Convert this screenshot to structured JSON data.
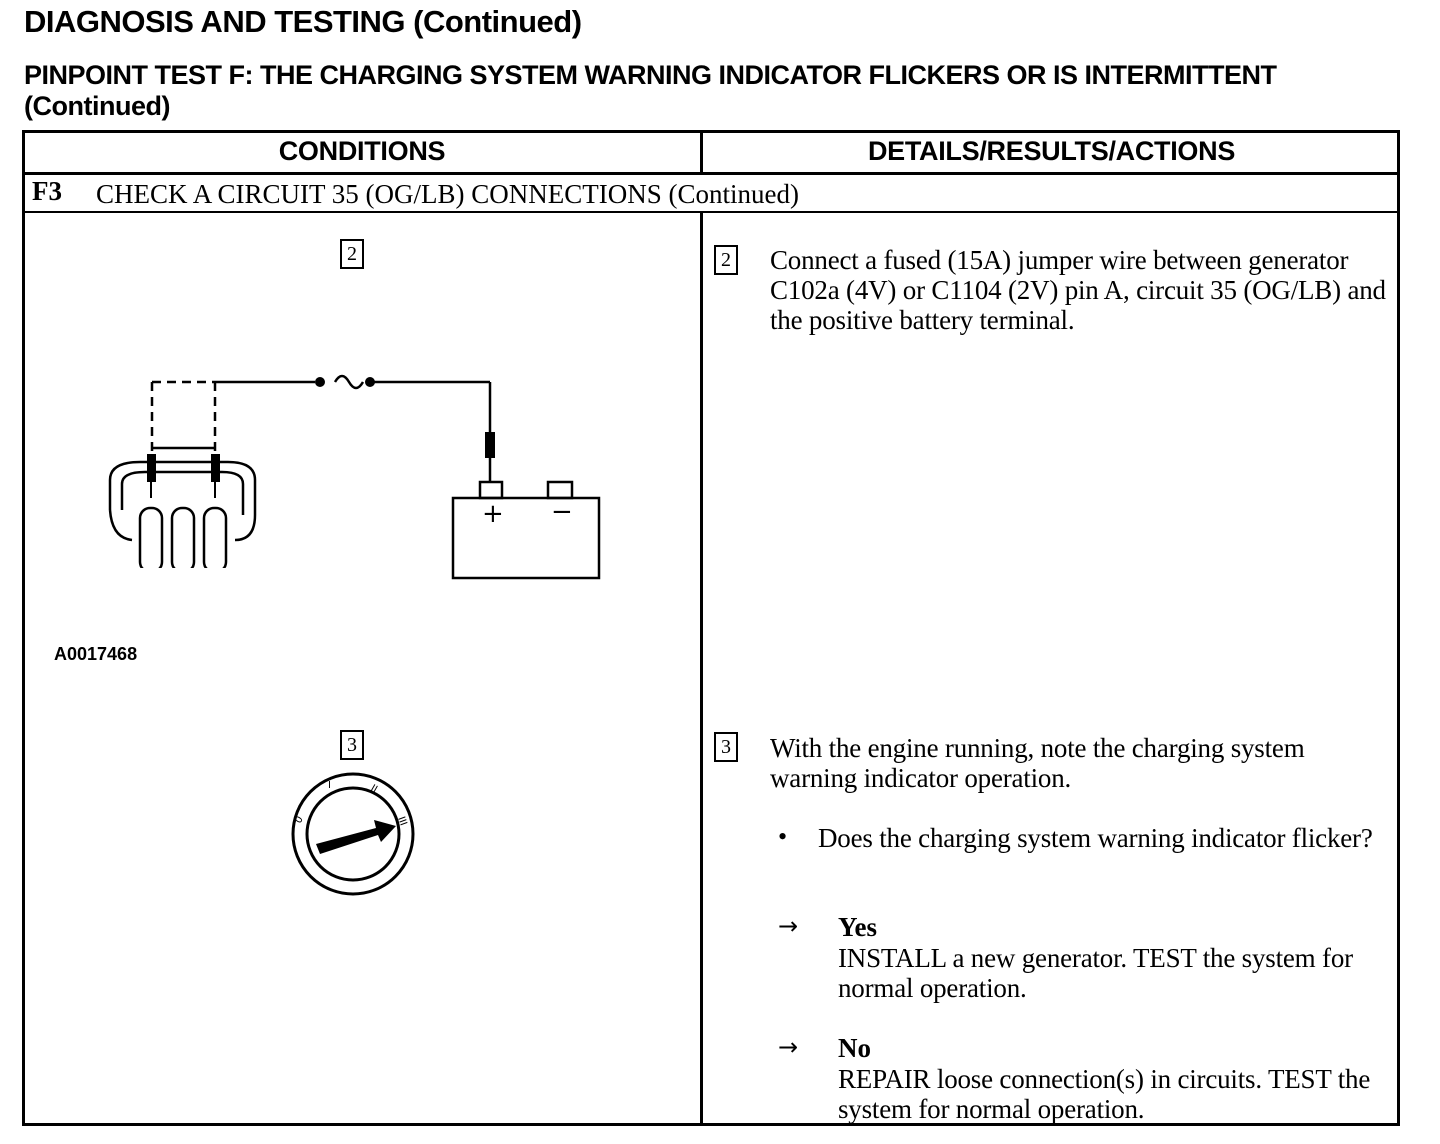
{
  "header": {
    "title": "DIAGNOSIS AND TESTING (Continued)",
    "test_title": "PINPOINT TEST F:  THE CHARGING SYSTEM WARNING INDICATOR FLICKERS OR IS INTERMITTENT (Continued)"
  },
  "table": {
    "col_conditions": "CONDITIONS",
    "col_details": "DETAILS/RESULTS/ACTIONS",
    "step_id": "F3",
    "step_title": "CHECK A CIRCUIT 35 (OG/LB) CONNECTIONS (Continued)"
  },
  "steps": [
    {
      "number": "2",
      "figure_id": "A0017468",
      "battery_plus": "+",
      "battery_minus": "−",
      "text": "Connect a fused (15A) jumper wire between generator C102a (4V) or C1104 (2V) pin A, circuit 35 (OG/LB) and the positive battery terminal."
    },
    {
      "number": "3",
      "key_marks": [
        "0",
        "I",
        "II",
        "III"
      ],
      "text": "With the engine running, note the charging system warning indicator operation.",
      "question": "Does the charging system warning indicator flicker?",
      "answers": [
        {
          "label": "Yes",
          "action": "INSTALL a new generator. TEST the system for normal operation."
        },
        {
          "label": "No",
          "action": "REPAIR loose connection(s) in circuits. TEST the system for normal operation."
        }
      ]
    }
  ]
}
